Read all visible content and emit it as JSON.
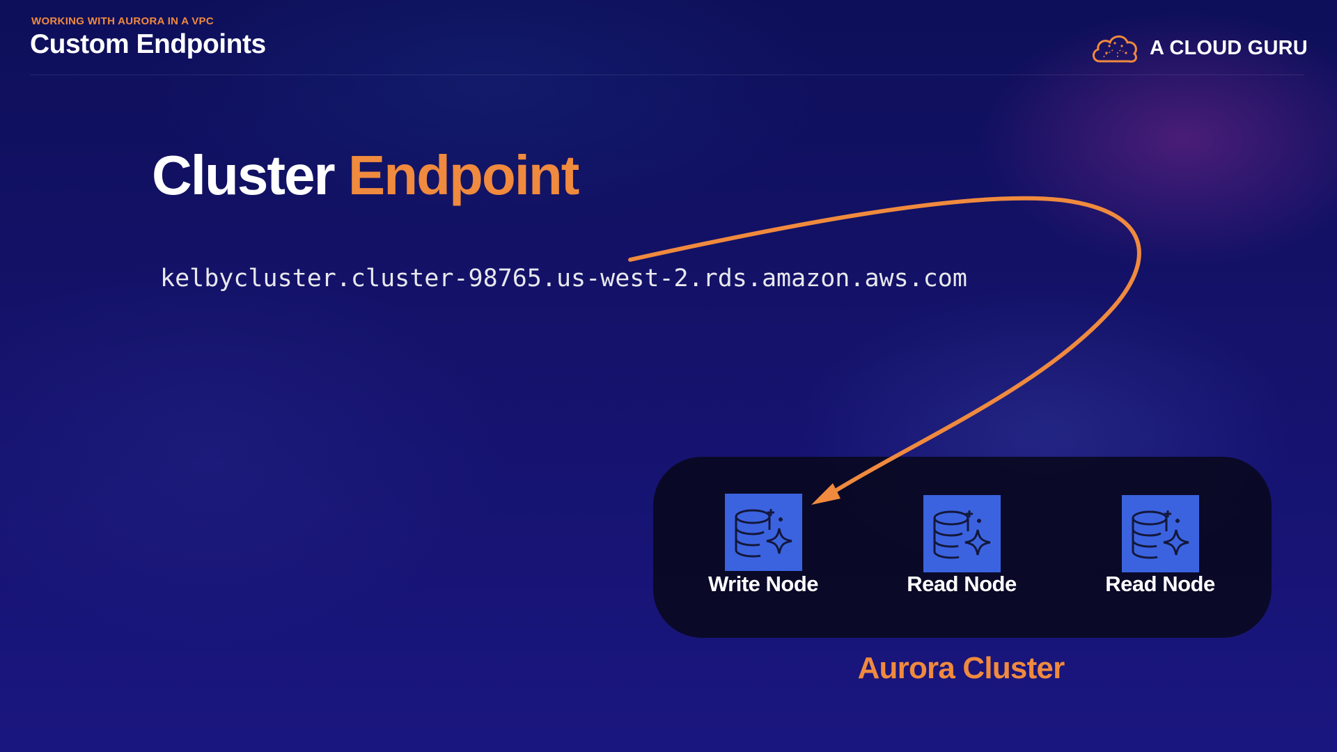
{
  "header": {
    "kicker": "WORKING WITH AURORA IN A VPC",
    "title": "Custom Endpoints",
    "brand_text": "A CLOUD GURU",
    "brand_icon": "cloud-logo-icon"
  },
  "main": {
    "headline_word1": "Cluster",
    "headline_word2": "Endpoint",
    "endpoint_url": "kelbycluster.cluster-98765.us-west-2.rds.amazon.aws.com"
  },
  "cluster": {
    "label": "Aurora Cluster",
    "nodes": [
      {
        "label": "Write Node",
        "icon": "database-sparkle-icon"
      },
      {
        "label": "Read Node",
        "icon": "database-sparkle-icon"
      },
      {
        "label": "Read Node",
        "icon": "database-sparkle-icon"
      }
    ]
  },
  "colors": {
    "accent": "#f08a3e",
    "node_icon_bg": "#3b63e0",
    "text": "#ffffff"
  }
}
